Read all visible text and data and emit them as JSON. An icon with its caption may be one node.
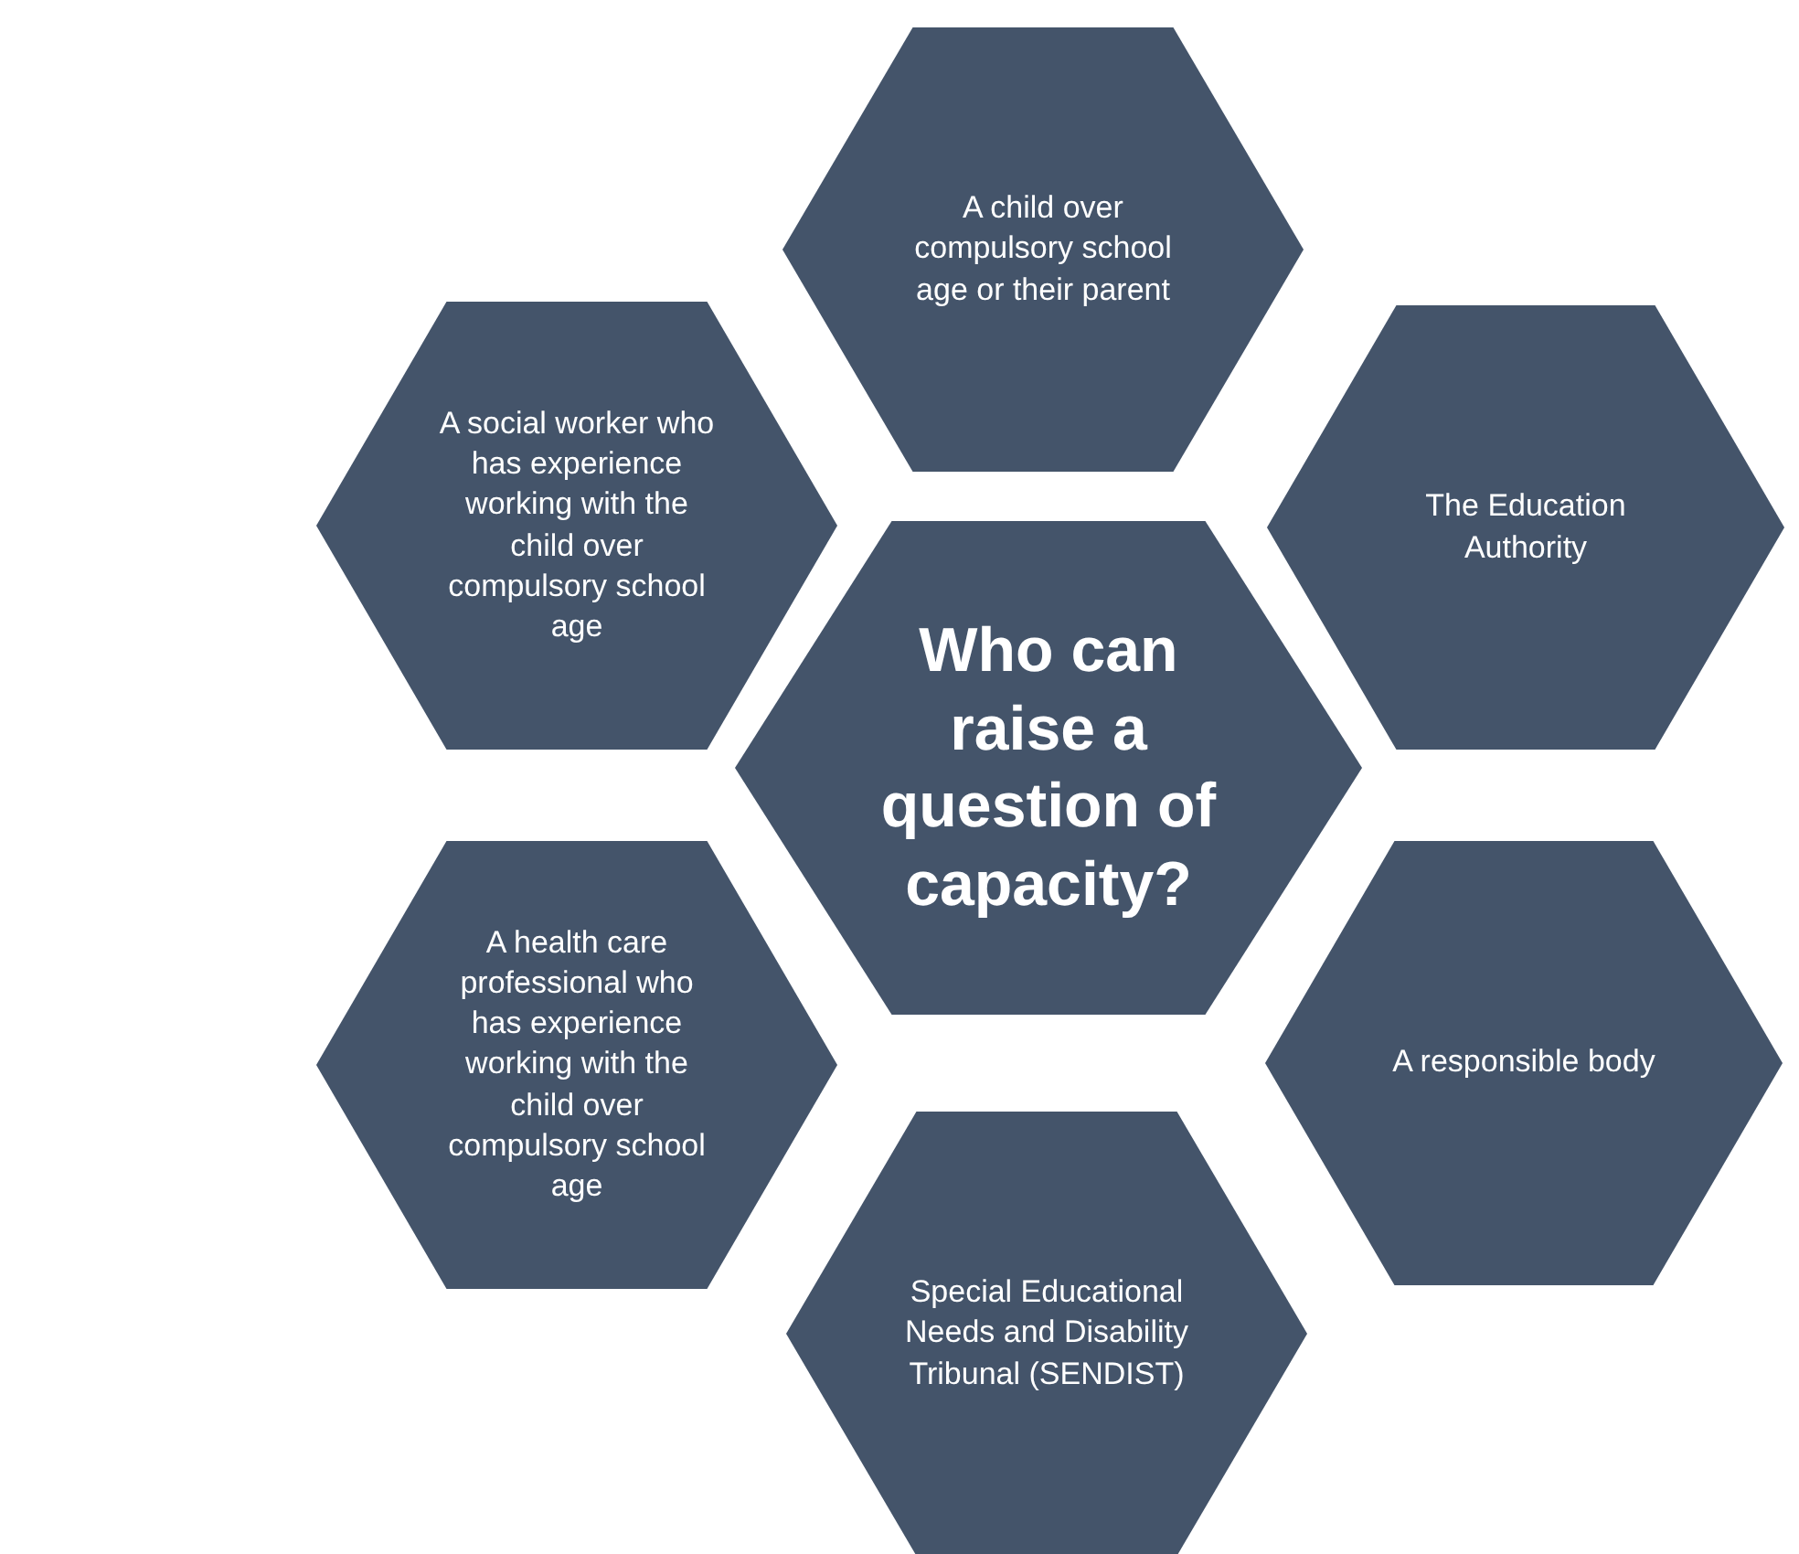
{
  "diagram": {
    "nodes": [
      {
        "text": [
          "Who can raise a question of capacity?"
        ]
      },
      {
        "text": [
          "A child over compulsory school age or their parent"
        ]
      },
      {
        "text": [
          "The Education Authority"
        ]
      },
      {
        "text": [
          "A responsible body"
        ]
      },
      {
        "text": [
          "Special Educational Needs and Disability Tribunal (SENDIST)"
        ]
      },
      {
        "text": [
          "A health care professional who has experience working with the child over compulsory school age"
        ]
      },
      {
        "text": [
          "A social worker who has experience working with the child over compulsory school age"
        ]
      }
    ]
  }
}
